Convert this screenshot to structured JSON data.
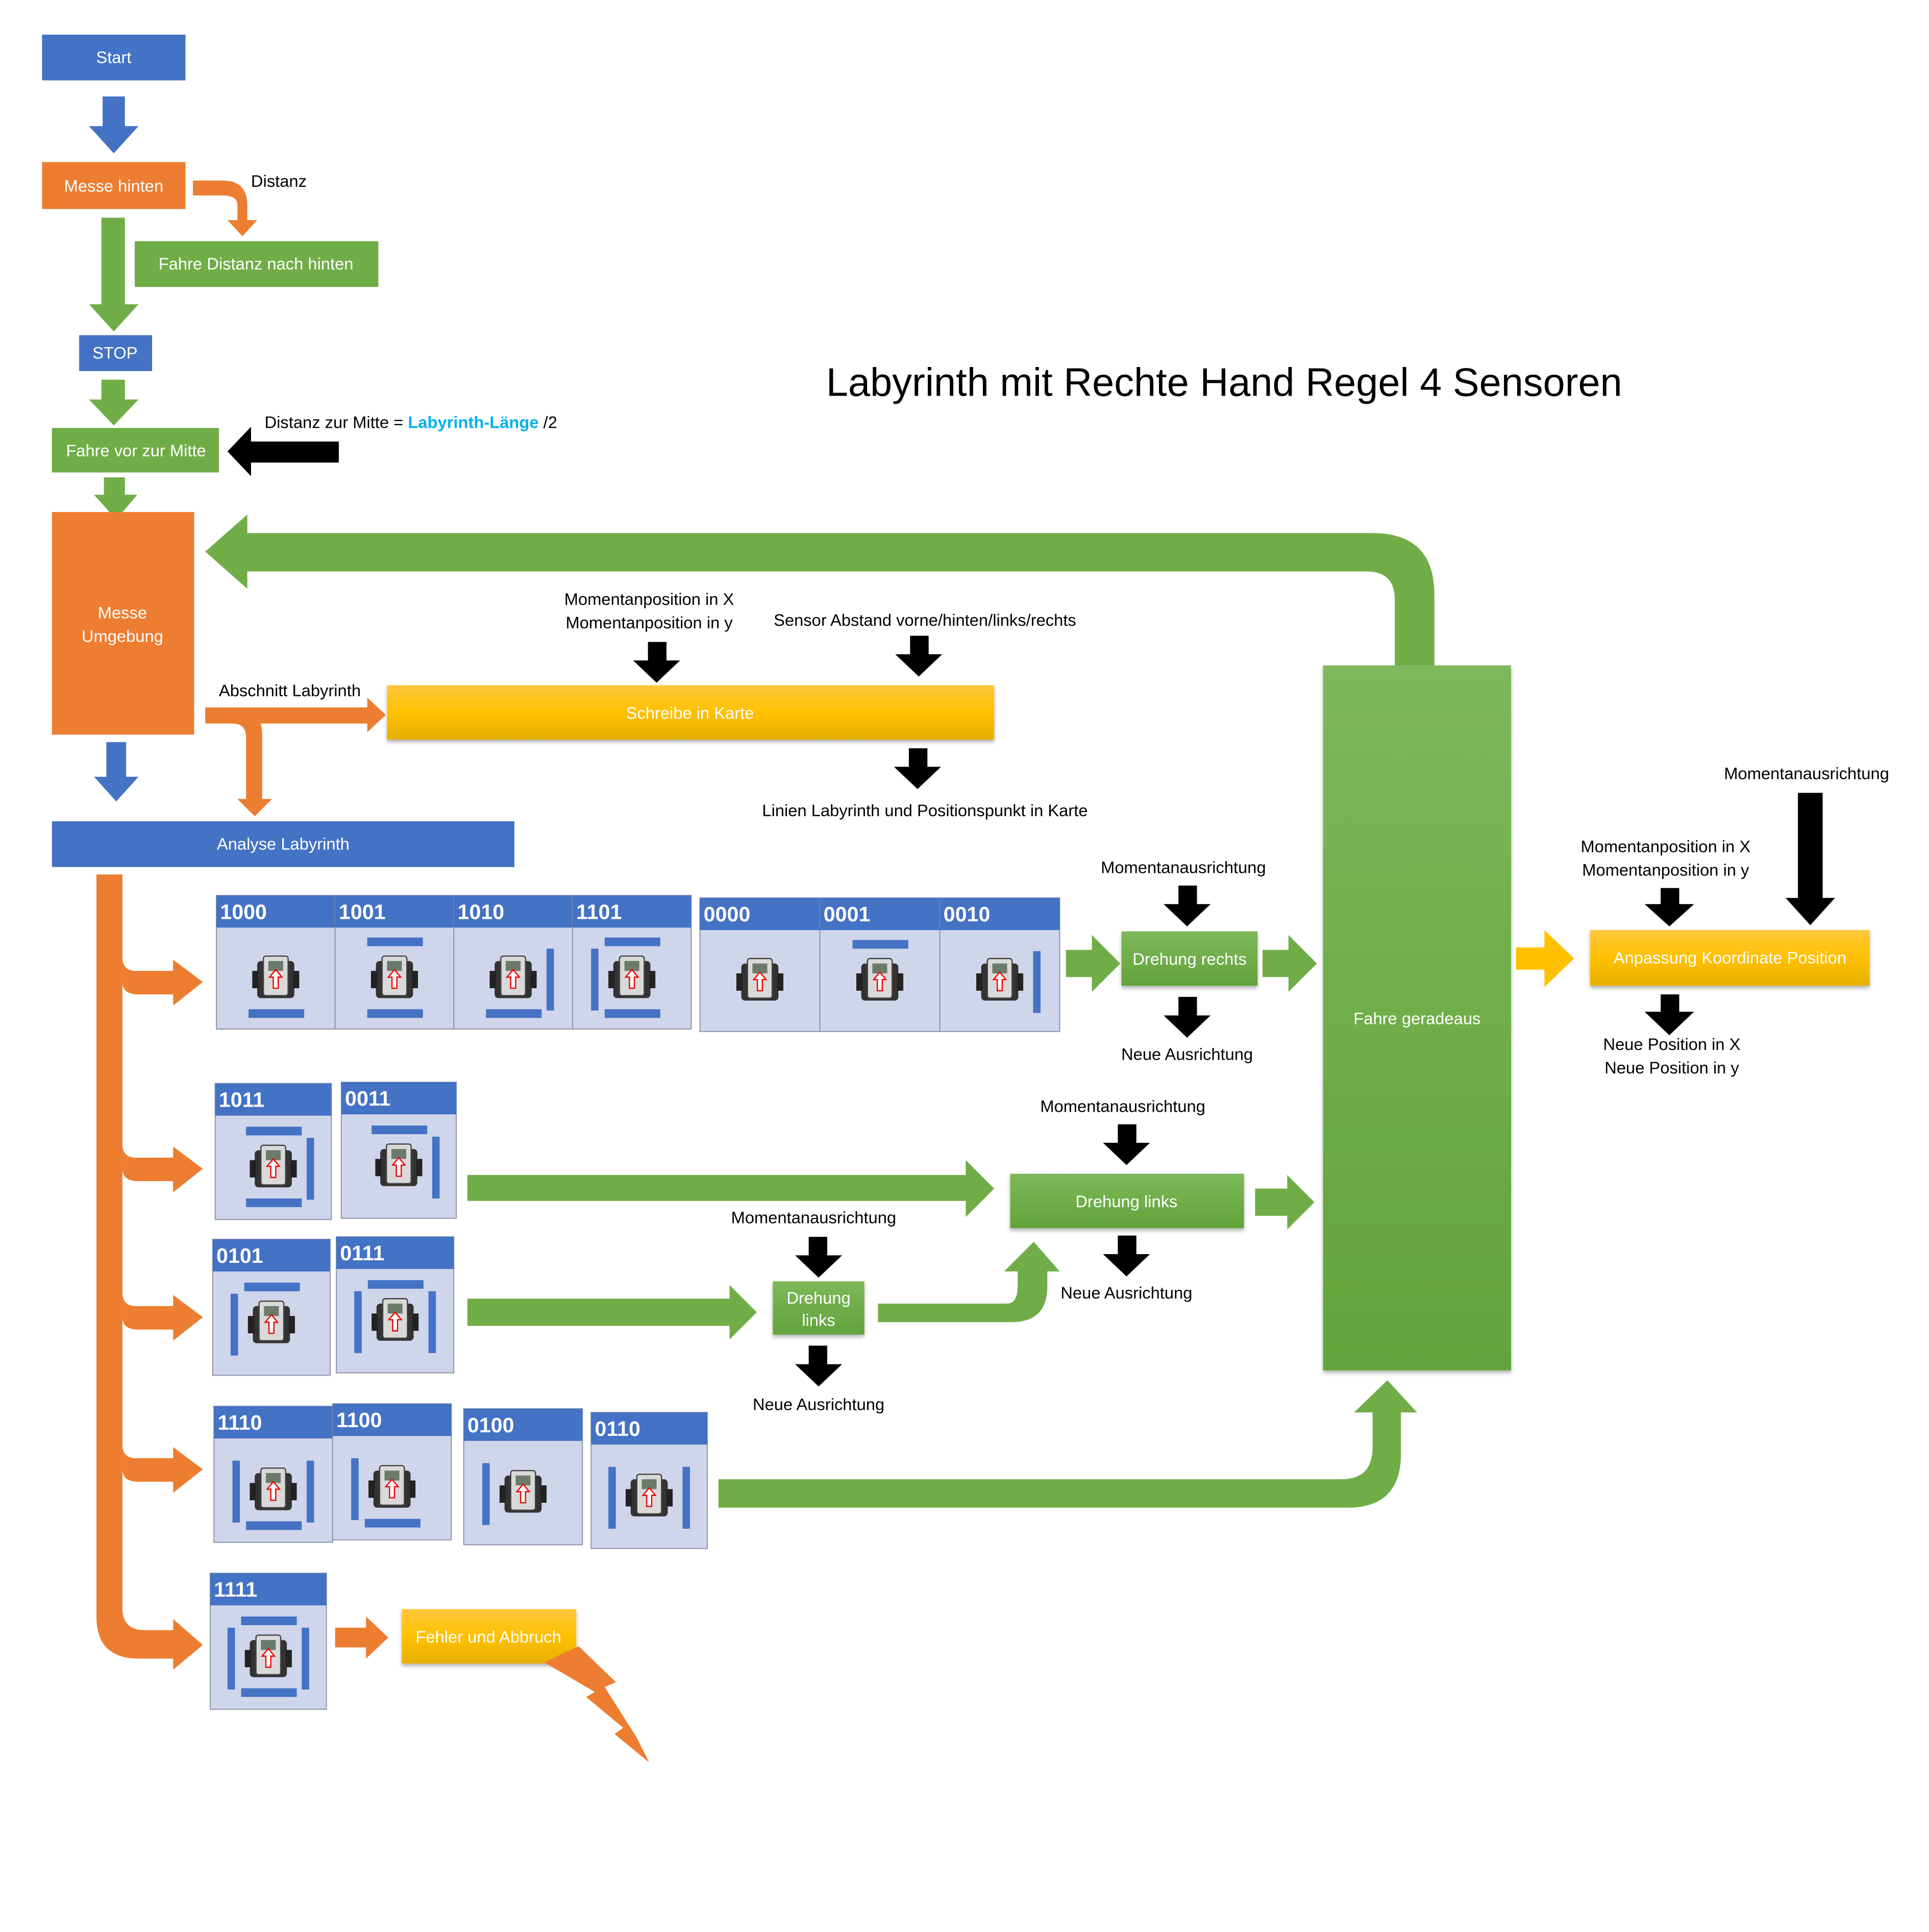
{
  "title": "Labyrinth mit Rechte Hand Regel 4 Sensoren",
  "colors": {
    "blue": "#4472C4",
    "orange": "#ED7D31",
    "green": "#70AD47",
    "yellow": "#FFC000",
    "black": "#000000",
    "cell_bg": "#CFD5EA",
    "accent_link": "#00B0F0"
  },
  "nodes": {
    "start": "Start",
    "messe_hinten": "Messe hinten",
    "fahre_distanz": "Fahre Distanz nach hinten",
    "stop": "STOP",
    "fahre_mitte": "Fahre vor zur Mitte",
    "messe_umgebung_1": "Messe",
    "messe_umgebung_2": "Umgebung",
    "schreibe_karte": "Schreibe in Karte",
    "analyse": "Analyse Labyrinth",
    "drehung_rechts": "Drehung rechts",
    "drehung_links_1": "Drehung links",
    "drehung_links_2a": "Drehung",
    "drehung_links_2b": "links",
    "fahre_geradeaus": "Fahre geradeaus",
    "anpassung": "Anpassung Koordinate Position",
    "fehler": "Fehler und Abbruch"
  },
  "labels": {
    "distanz": "Distanz",
    "distanz_mitte_prefix": "Distanz zur Mitte = ",
    "distanz_mitte_link": "Labyrinth-Länge",
    "distanz_mitte_suffix": " /2",
    "abschnitt": "Abschnitt Labyrinth",
    "pos_x": "Momentanposition  in X",
    "pos_y": "Momentanposition  in y",
    "sensor": "Sensor Abstand vorne/hinten/links/rechts",
    "linien": "Linien Labyrinth und Positionspunkt  in Karte",
    "ausrichtung": "Momentanausrichtung",
    "neue_ausrichtung": "Neue Ausrichtung",
    "neue_x": "Neue Position  in X",
    "neue_y": "Neue Position  in y"
  },
  "sensor_cases": {
    "turn_right": [
      "1000",
      "1001",
      "1010",
      "1101",
      "0000",
      "0001",
      "0010"
    ],
    "turn_left": [
      "1011",
      "0011"
    ],
    "turn_left_twice": [
      "0101",
      "0111"
    ],
    "straight": [
      "1110",
      "1100",
      "0100",
      "0110"
    ],
    "error": [
      "1111"
    ]
  }
}
